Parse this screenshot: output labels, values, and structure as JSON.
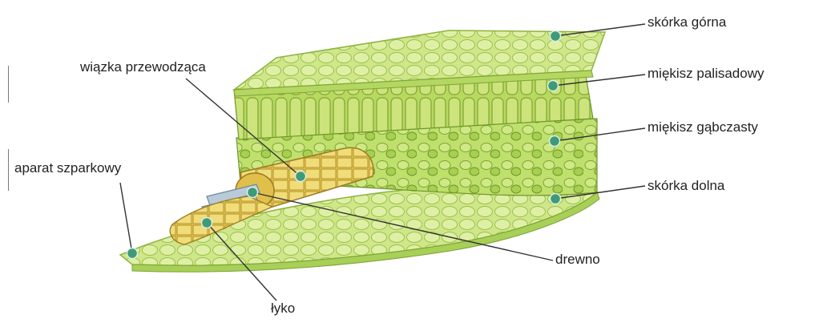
{
  "labels": {
    "upper_epidermis": "skórka górna",
    "palisade": "miękisz palisadowy",
    "spongy": "miękisz gąbczasty",
    "lower_epidermis": "skórka dolna",
    "vascular_bundle": "wiązka przewodząca",
    "stomata": "aparat szparkowy",
    "xylem": "drewno",
    "phloem": "łyko"
  },
  "colors": {
    "leaf_light": "#d6ea8e",
    "leaf_mid": "#a9cf4f",
    "leaf_dark": "#5e8f1f",
    "xylem_yellow": "#e2c64a",
    "phloem_blue": "#9fb6c9",
    "marker": "#3f9a78"
  }
}
